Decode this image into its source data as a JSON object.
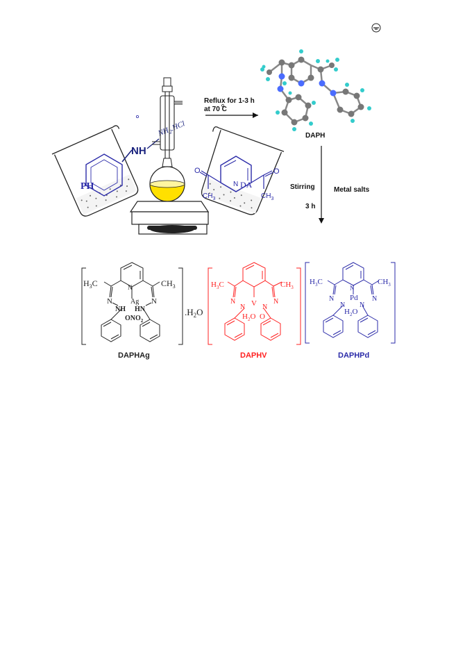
{
  "corner_icon": "circle-dot-icon",
  "reagents": {
    "ph": {
      "nh": "NH",
      "nh2hcl": "NH",
      "nh2_suffix": "2",
      "hcl": ".HCl",
      "label": "PH"
    },
    "da": {
      "label": "DA",
      "ch3_left": "CH",
      "ch3_right": "CH",
      "sub3": "3",
      "o": "O",
      "n": "N"
    }
  },
  "arrows": {
    "reflux_line1": "Reflux for 1-3 h",
    "reflux_line2": "at 70  C",
    "stirring": "Stirring",
    "metal_salts": "Metal salts",
    "time": "3 h"
  },
  "ligand": {
    "name": "DAPH"
  },
  "complexes": [
    {
      "name": "DAPHAg",
      "color": "#222222",
      "metal": "Ag",
      "hydrate": ".H",
      "hydrate_sub": "2",
      "hydrate_o": "O",
      "ligand_a": "NH",
      "ligand_b": "HN",
      "anion": "ONO",
      "anion_sub": "2"
    },
    {
      "name": "DAPHV",
      "color": "#ff2020",
      "metal": "V",
      "water": "H",
      "water_sub": "2",
      "water_o": "O",
      "oxo": "O"
    },
    {
      "name": "DAPHPd",
      "color": "#2a2aa8",
      "metal": "Pd",
      "water": "H",
      "water_sub": "2",
      "water_o": "O"
    }
  ],
  "atoms": {
    "ch3_h": "H",
    "ch3_c": "C",
    "ch3_r": "CH",
    "three": "3",
    "n": "N"
  },
  "colors": {
    "blue": "#2a2aa8",
    "red": "#ff2020",
    "yellow": "#ffe000",
    "cyan": "#33cccc",
    "grey": "#777777",
    "navy": "#1a237e"
  }
}
